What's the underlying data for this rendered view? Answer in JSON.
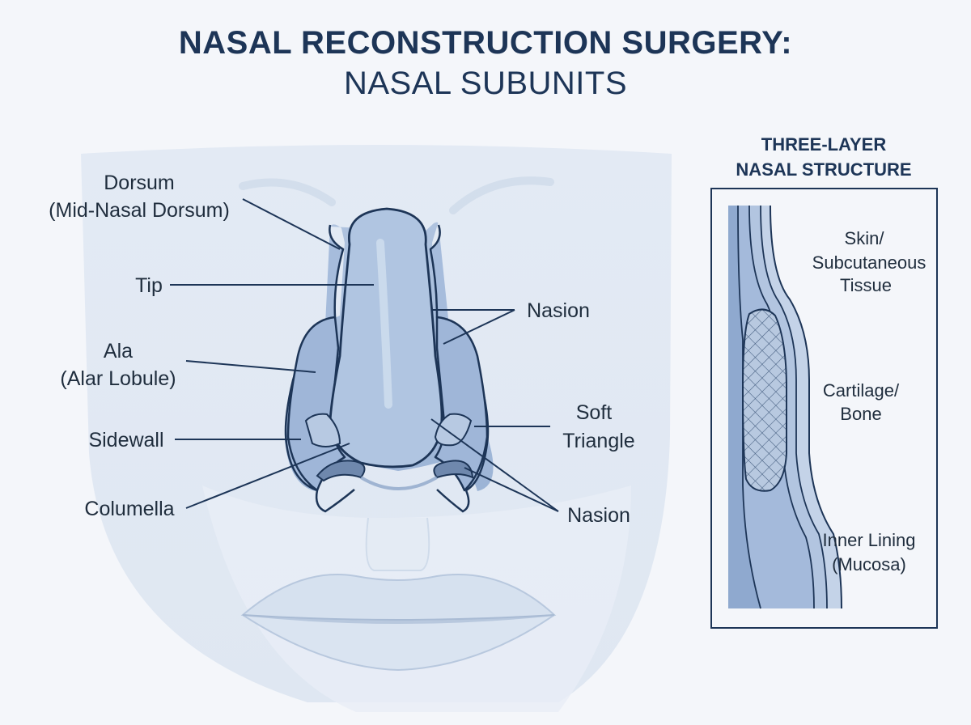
{
  "title": {
    "line1": "NASAL RECONSTRUCTION SURGERY:",
    "line2": "NASAL SUBUNITS"
  },
  "subunit_labels": {
    "dorsum": [
      "Dorsum",
      "(Mid-Nasal Dorsum)"
    ],
    "tip": "Tip",
    "ala": [
      "Ala",
      "(Alar Lobule)"
    ],
    "sidewall": "Sidewall",
    "columella": "Columella",
    "nasion_upper": "Nasion",
    "soft_triangle": [
      "Soft",
      "Triangle"
    ],
    "nasion_lower": "Nasion"
  },
  "layer_panel": {
    "title": [
      "THREE-LAYER",
      "NASAL STRUCTURE"
    ],
    "skin": [
      "Skin/",
      "Subcutaneous",
      "Tissue"
    ],
    "cartilage": [
      "Cartilage/",
      "Bone"
    ],
    "lining": [
      "Inner Lining",
      "(Mucosa)"
    ]
  },
  "colors": {
    "outline": "#1d3557",
    "nose_fill": "#a9bfdc",
    "face_fill": "#dde6f2",
    "text": "#1f2d3d"
  }
}
